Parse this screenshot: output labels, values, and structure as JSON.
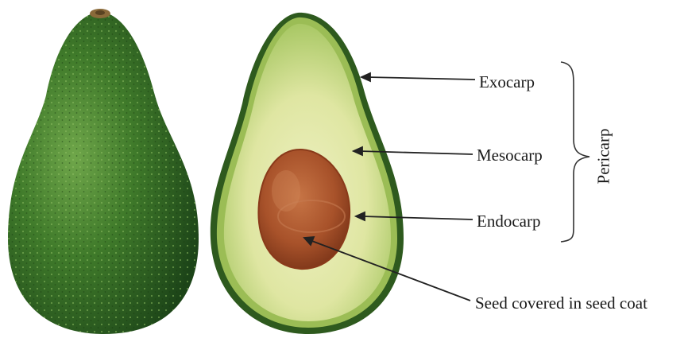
{
  "labels": {
    "exocarp": "Exocarp",
    "mesocarp": "Mesocarp",
    "endocarp": "Endocarp",
    "seed": "Seed covered in seed coat",
    "pericarp": "Pericarp"
  },
  "colors": {
    "skin_dark": "#1f4d1a",
    "skin_mid": "#3f7a2a",
    "skin_light": "#6fa64a",
    "flesh_outer": "#b9d277",
    "flesh_inner": "#e6e9b0",
    "seed": "#a8522a",
    "seed_dark": "#7a3418",
    "line": "#222222"
  }
}
